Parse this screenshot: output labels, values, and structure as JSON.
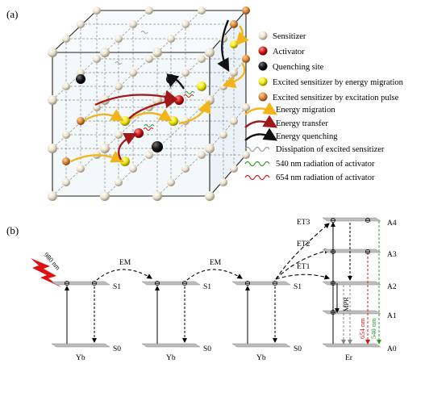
{
  "panels": {
    "a": "(a)",
    "b": "(b)"
  },
  "legend": {
    "sensitizer": "Sensitizer",
    "activator": "Activator",
    "quenching_site": "Quenching site",
    "excited_migration": "Excited sensitizer by energy migration",
    "excited_pulse": "Excited sensitizer by excitation pulse",
    "energy_migration": "Energy migration",
    "energy_transfer": "Energy transfer",
    "energy_quenching": "Energy quenching",
    "dissipation": "Dissipation of excited sensitizer",
    "rad540": "540 nm radiation of activator",
    "rad654": "654 nm radiation of activator"
  },
  "colors": {
    "sensitizer": "#ece3cf",
    "activator": "#d01818",
    "quencher": "#111111",
    "excited_yellow": "#f2ea10",
    "excited_orange": "#d8883a",
    "migration_arrow": "#f2b418",
    "transfer_arrow": "#a01818",
    "quench_arrow": "#111111",
    "dissipation_wave": "#9a9a9a",
    "green_wave": "#2e9a2e",
    "red_wave": "#d01818",
    "pulse": "#dd1111"
  },
  "levels": {
    "yb1": {
      "upper": "S1",
      "lower": "S0",
      "ion": "Yb"
    },
    "yb2": {
      "upper": "S1",
      "lower": "S0",
      "ion": "Yb"
    },
    "yb3": {
      "upper": "S1",
      "lower": "S0",
      "ion": "Yb"
    },
    "er": {
      "ion": "Er",
      "a4": "A4",
      "a3": "A3",
      "a2": "A2",
      "a1": "A1",
      "a0": "A0"
    }
  },
  "transitions": {
    "em1": "EM",
    "em2": "EM",
    "et1": "ET1",
    "et2": "ET2",
    "et3": "ET3",
    "mpr": "MPR",
    "excitation": "980 nm",
    "red": "654 nm",
    "green": "540 nm"
  },
  "electron_symbol": "⊖"
}
